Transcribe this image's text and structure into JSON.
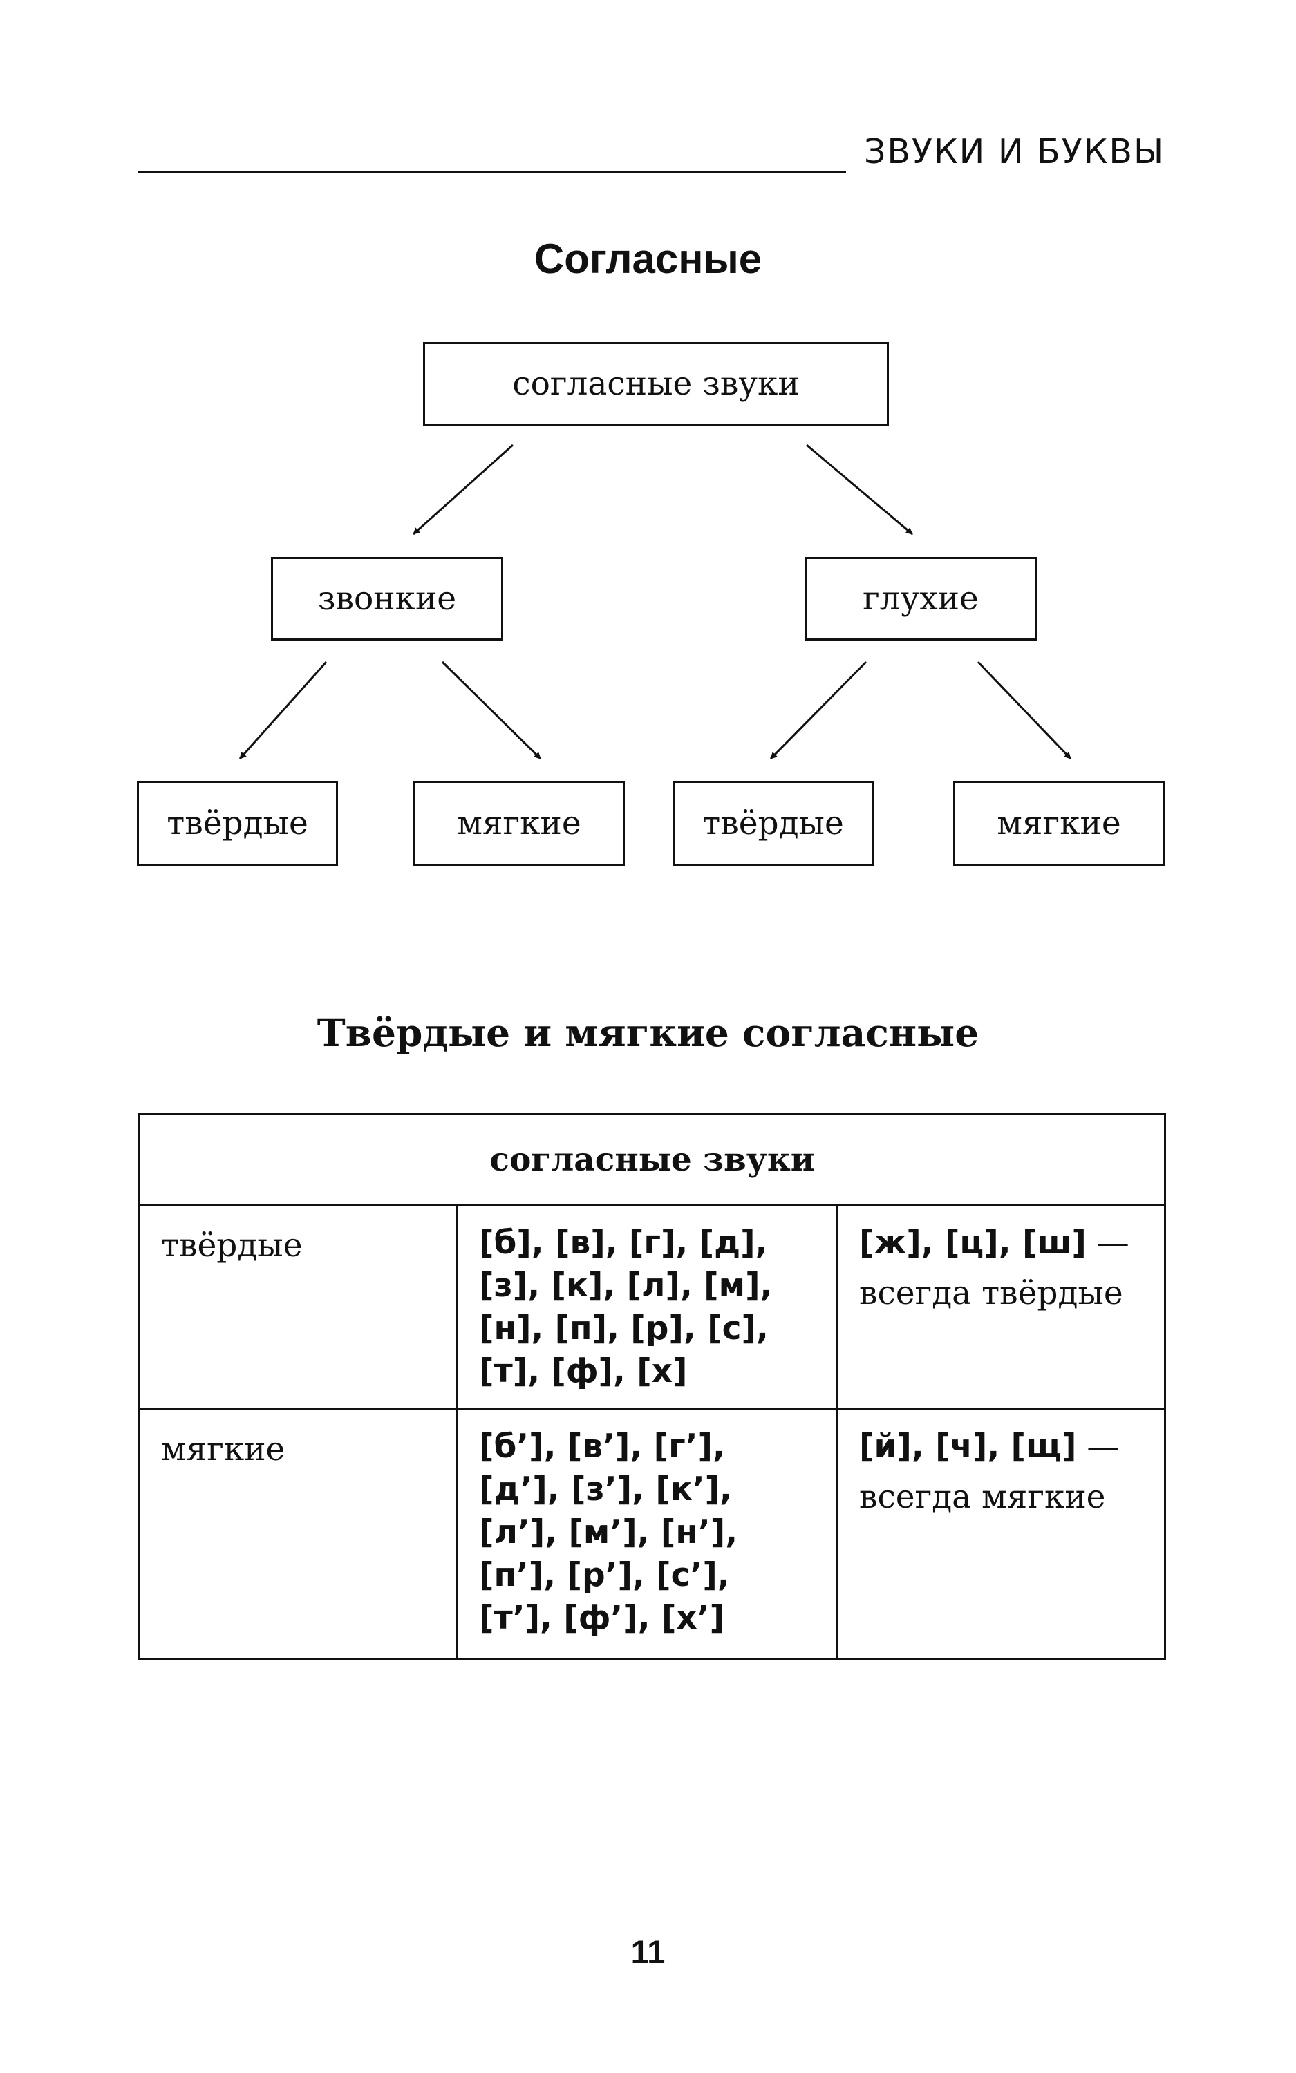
{
  "header": {
    "section_title": "ЗВУКИ И БУКВЫ"
  },
  "tree": {
    "title": "Согласные",
    "root": "согласные звуки",
    "voiced": "звонкие",
    "voiceless": "глухие",
    "voiced_hard": "твёрдые",
    "voiced_soft": "мягкие",
    "voiceless_hard": "твёрдые",
    "voiceless_soft": "мягкие"
  },
  "table": {
    "title": "Твёрдые и мягкие согласные",
    "header": "согласные звуки",
    "rows": [
      {
        "label": "твёрдые",
        "letters": [
          "[б], [в], [г], [д],",
          "[з], [к], [л], [м],",
          "[н], [п], [р], [с],",
          "[т], [ф], [х]"
        ],
        "note_letters": "[ж], [ц], [ш]",
        "note_dash": " —",
        "note_text": "всегда твёрдые"
      },
      {
        "label": "мягкие",
        "letters": [
          "[б’], [в’], [г’],",
          "[д’], [з’], [к’],",
          "[л’], [м’], [н’],",
          "[п’], [р’], [с’],",
          "[т’], [ф’], [х’]"
        ],
        "note_letters": "[й], [ч], [щ]",
        "note_dash": " —",
        "note_text": "всегда мягкие"
      }
    ]
  },
  "footer": {
    "page_number": "11"
  }
}
